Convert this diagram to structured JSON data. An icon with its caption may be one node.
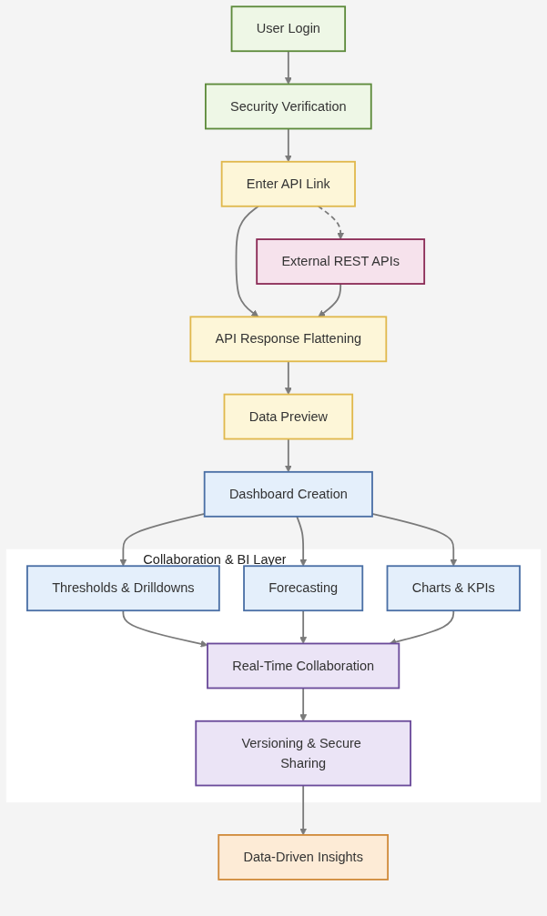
{
  "diagram": {
    "nodes": [
      {
        "text": [
          "User Login"
        ]
      },
      {
        "text": [
          "Security Verification"
        ]
      },
      {
        "text": [
          "Enter API Link"
        ]
      },
      {
        "text": [
          "External REST APIs"
        ]
      },
      {
        "text": [
          "API Response Flattening"
        ]
      },
      {
        "text": [
          "Data Preview"
        ]
      },
      {
        "text": [
          "Dashboard Creation"
        ]
      },
      {
        "text": [
          "Collaboration & BI Layer"
        ]
      },
      {
        "text": [
          "Thresholds & Drilldowns"
        ],
        "in": 7
      },
      {
        "text": [
          "Forecasting"
        ],
        "in": 7
      },
      {
        "text": [
          "Charts & KPIs"
        ],
        "in": 7
      },
      {
        "text": [
          "Real-Time Collaboration"
        ],
        "in": 7
      },
      {
        "text": [
          "Versioning & Secure Sharing"
        ],
        "in": 7
      },
      {
        "text": [
          "Data-Driven Insights"
        ]
      }
    ],
    "edges": [
      {
        "from": 0,
        "to": 1,
        "arrow": "to"
      },
      {
        "from": 1,
        "to": 2,
        "arrow": "to"
      },
      {
        "from": 2,
        "to": 3,
        "arrow": "to",
        "style": "dashed"
      },
      {
        "from": 2,
        "to": 4,
        "arrow": "to"
      },
      {
        "from": 3,
        "to": 4,
        "arrow": "to"
      },
      {
        "from": 4,
        "to": 5,
        "arrow": "to"
      },
      {
        "from": 5,
        "to": 6,
        "arrow": "to"
      },
      {
        "from": 6,
        "to": 8,
        "arrow": "to"
      },
      {
        "from": 6,
        "to": 9,
        "arrow": "to"
      },
      {
        "from": 6,
        "to": 10,
        "arrow": "to"
      },
      {
        "from": 8,
        "to": 11,
        "arrow": "to"
      },
      {
        "from": 9,
        "to": 11,
        "arrow": "to"
      },
      {
        "from": 10,
        "to": 11,
        "arrow": "to"
      },
      {
        "from": 11,
        "to": 12,
        "arrow": "to"
      },
      {
        "from": 12,
        "to": 13,
        "arrow": "to"
      }
    ]
  }
}
